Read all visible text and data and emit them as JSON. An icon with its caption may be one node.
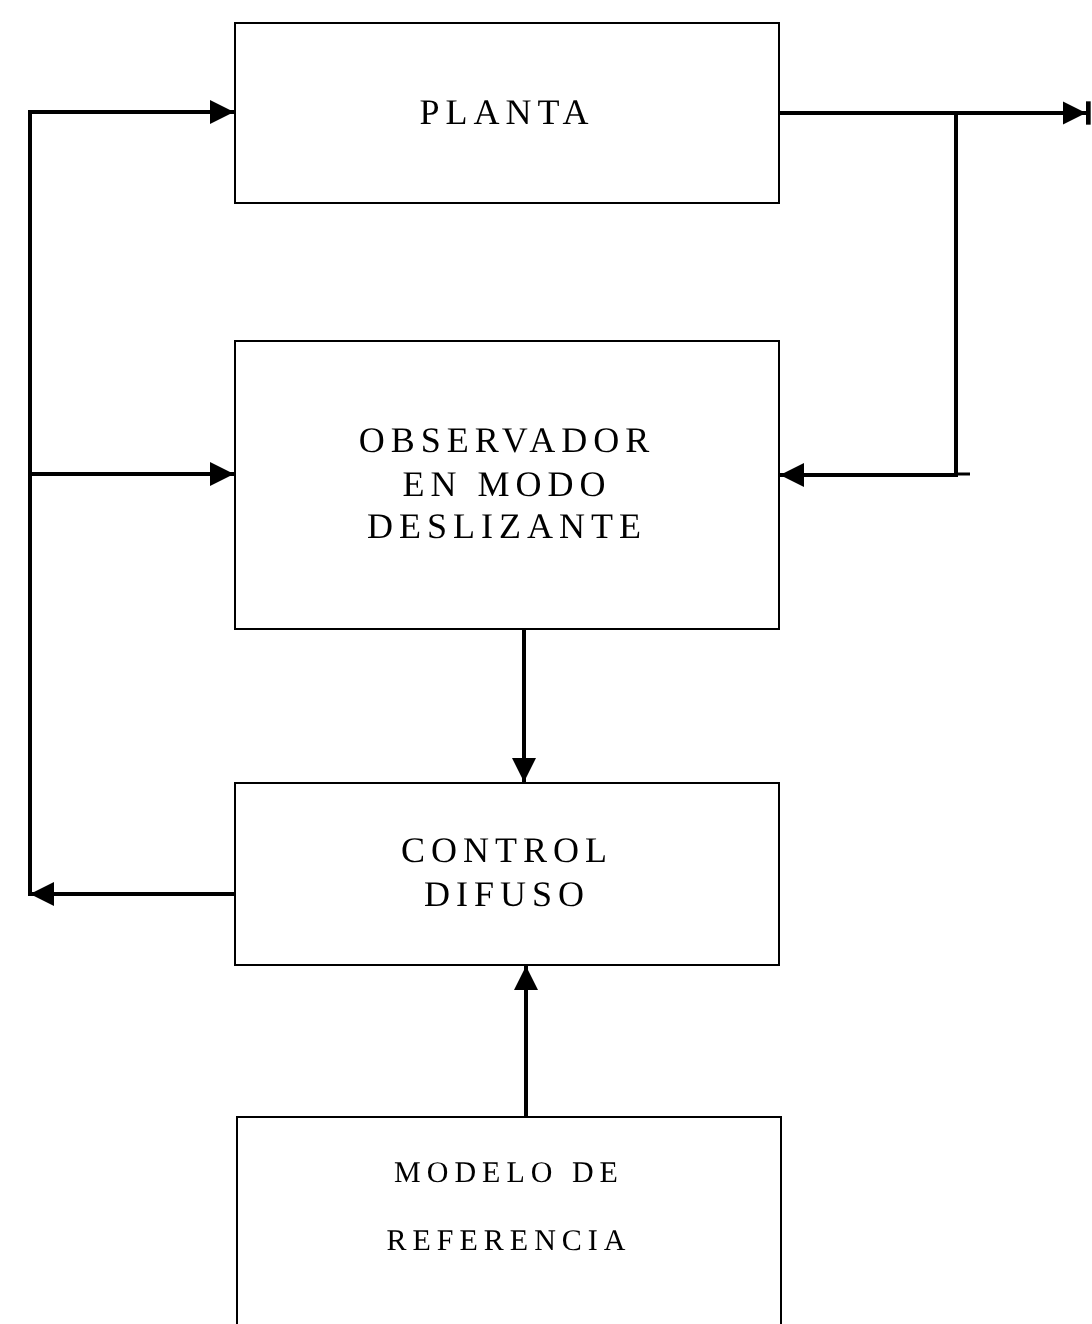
{
  "diagram": {
    "nodes": [
      {
        "text": [
          "PLANTA"
        ]
      },
      {
        "text": [
          "OBSERVADOR EN MODO DESLIZANTE"
        ]
      },
      {
        "text": [
          "CONTROL DIFUSO"
        ]
      },
      {
        "text": [
          "MODELO DE REFERENCIA"
        ]
      }
    ],
    "edges": [
      {
        "from": 2,
        "to": 0,
        "arrow": "to"
      },
      {
        "from": 2,
        "to": 1,
        "arrow": "to"
      },
      {
        "from": 0,
        "to": null,
        "arrow": "to"
      },
      {
        "from": 0,
        "to": 1,
        "arrow": "to"
      },
      {
        "from": 1,
        "to": 2,
        "arrow": "to"
      },
      {
        "from": 3,
        "to": 2,
        "arrow": "to"
      }
    ]
  }
}
